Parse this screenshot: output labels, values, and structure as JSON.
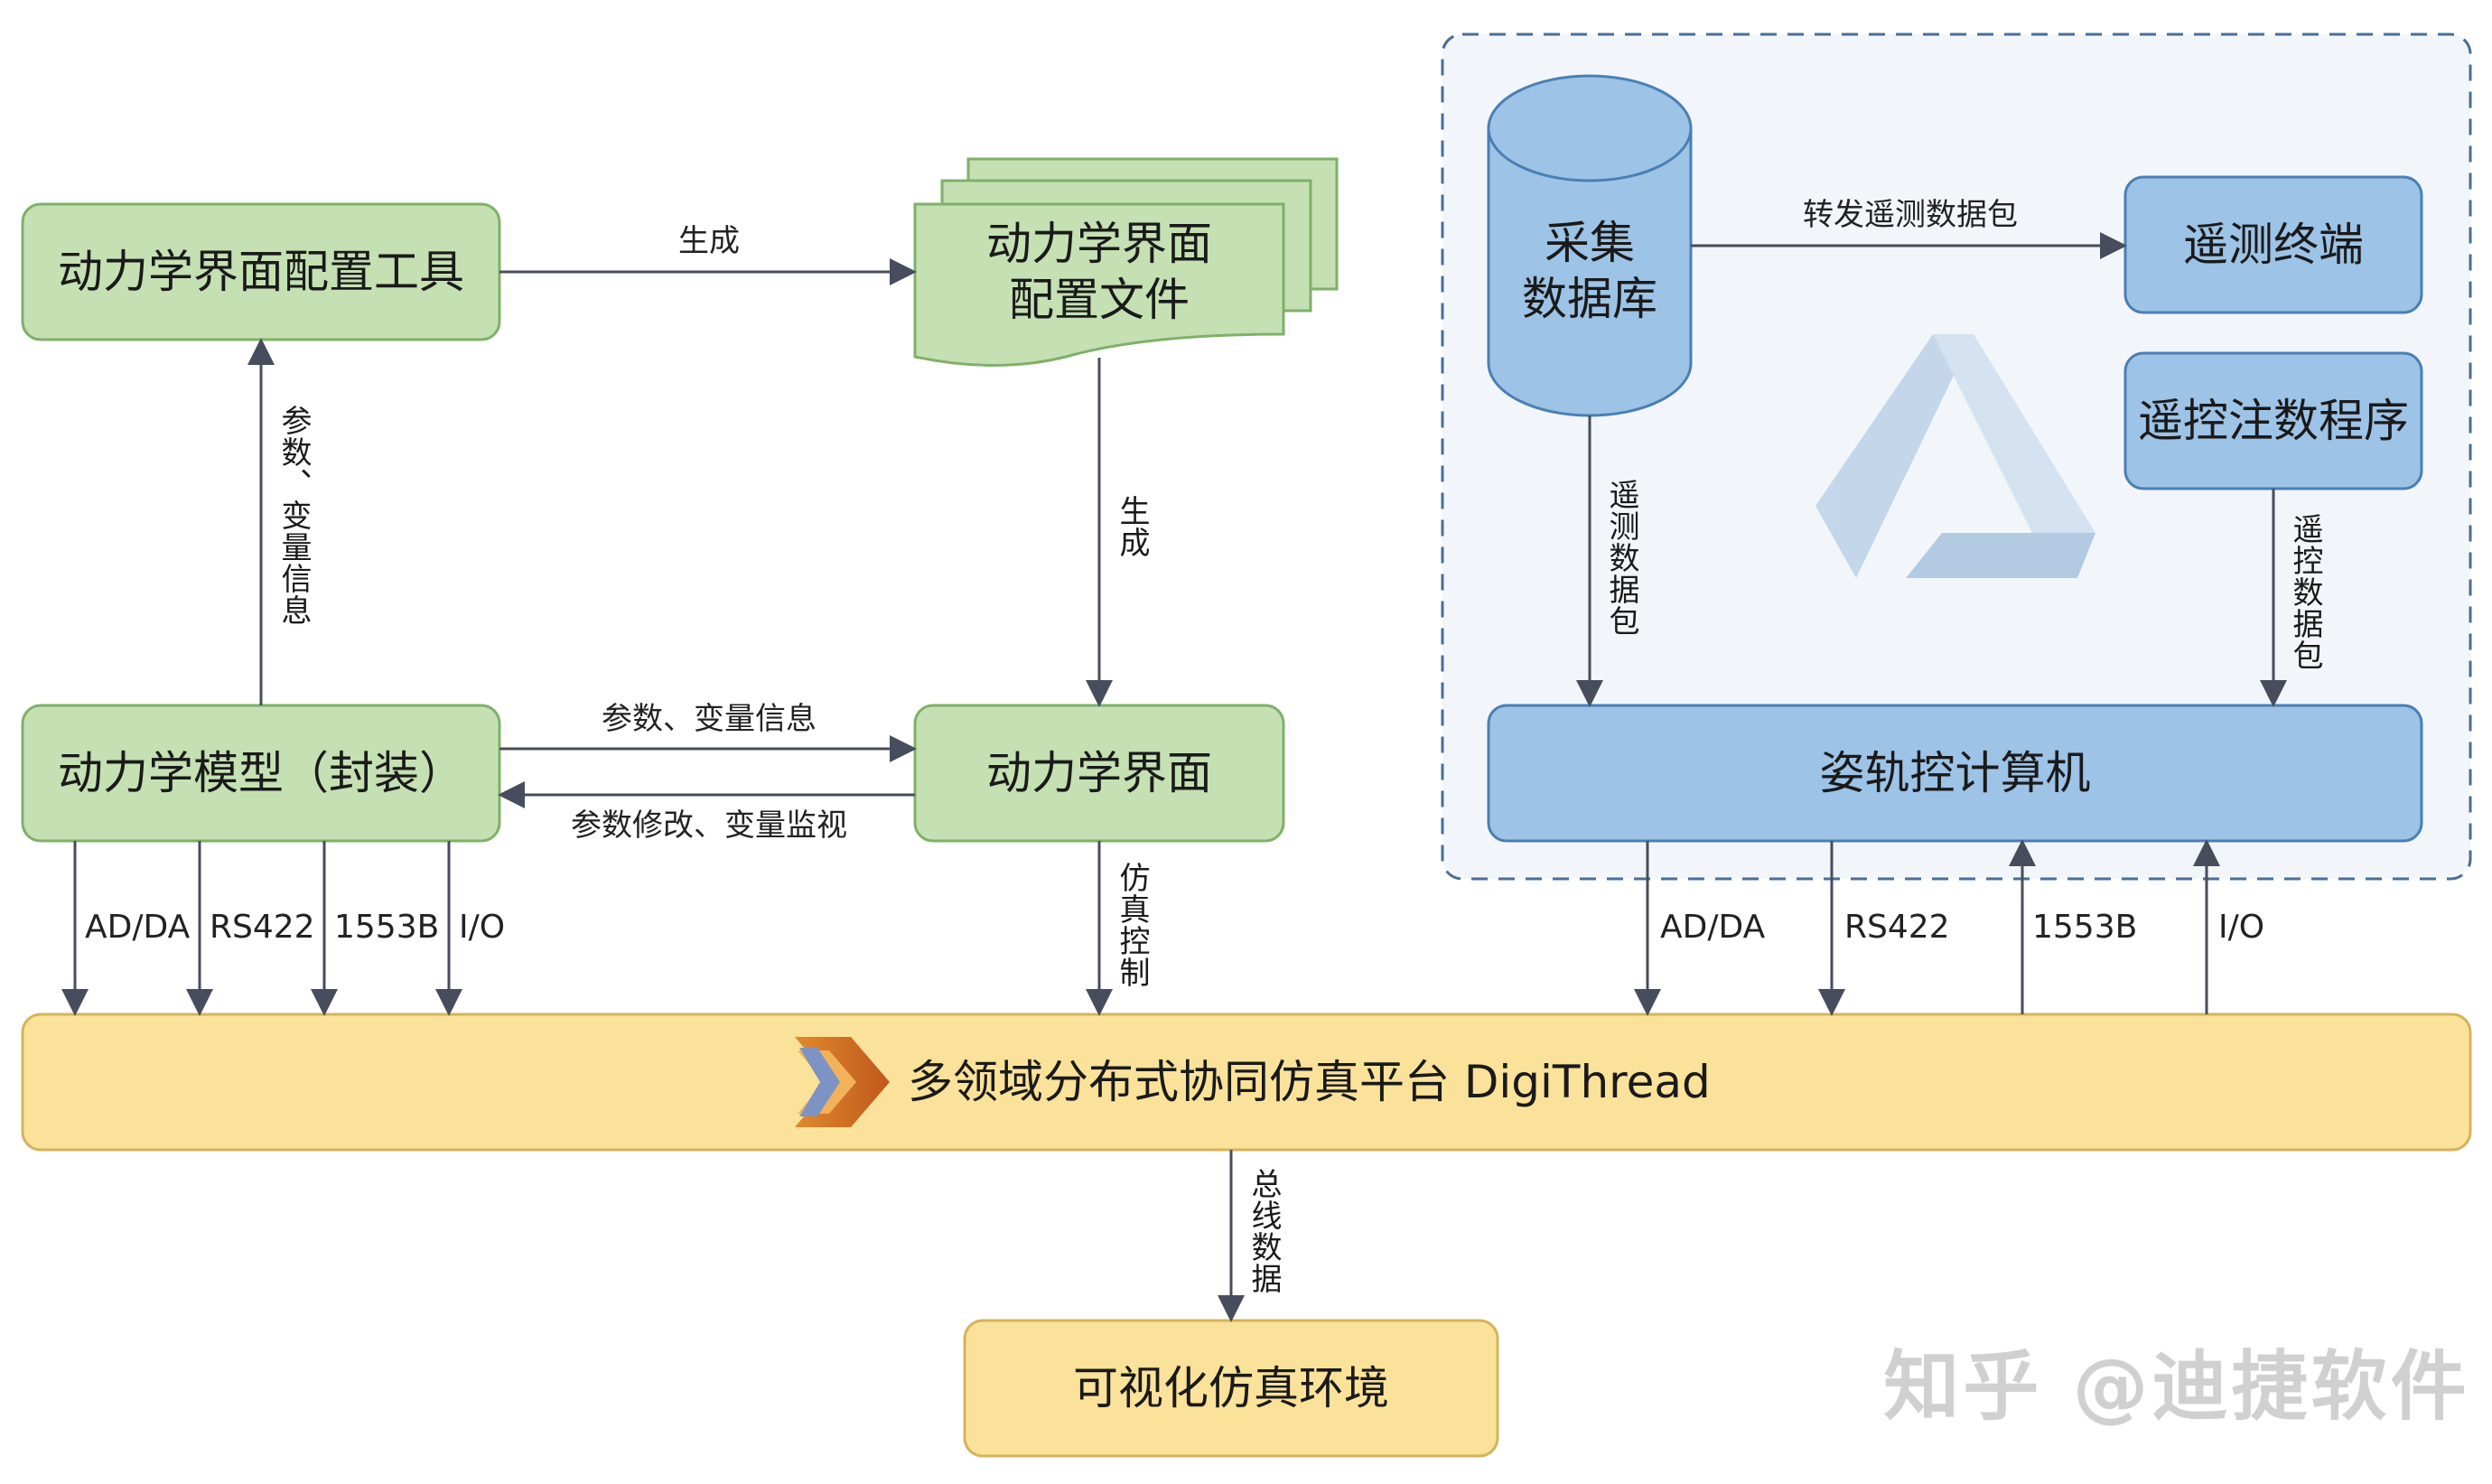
{
  "boxes": {
    "config_tool": "动力学界面配置工具",
    "config_file": "动力学界面\n配置文件",
    "model": "动力学模型（封装）",
    "ui": "动力学界面",
    "db": "采集\n数据库",
    "telemetry_terminal": "遥测终端",
    "telecommand_program": "遥控注数程序",
    "attitude_computer": "姿轨控计算机",
    "platform": "多领域分布式协同仿真平台 DigiThread",
    "viz": "可视化仿真环境"
  },
  "edges": {
    "generate_1": "生成",
    "generate_2": "生成",
    "params_vars_vertical": "参数、变量信息",
    "params_vars": "参数、变量信息",
    "params_modify": "参数修改、变量监视",
    "forward_telemetry": "转发遥测数据包",
    "telemetry_packet": "遥测数据包",
    "telecommand_packet": "遥控数据包",
    "sim_control": "仿真控制",
    "bus_data": "总线数据"
  },
  "ports_left": [
    "AD/DA",
    "RS422",
    "1553B",
    "I/O"
  ],
  "ports_right": [
    "AD/DA",
    "RS422",
    "1553B",
    "I/O"
  ],
  "watermark": "知乎 @迪捷软件",
  "colors": {
    "green_fill": "#c5e0b3",
    "green_stroke": "#7fb069",
    "blue_fill": "#9dc3e6",
    "blue_stroke": "#4a7fb5",
    "yellow_fill": "#fbe29a",
    "yellow_stroke": "#d4b35a",
    "dashed_region": "#f2f6fa",
    "arrow": "#474d5c"
  }
}
